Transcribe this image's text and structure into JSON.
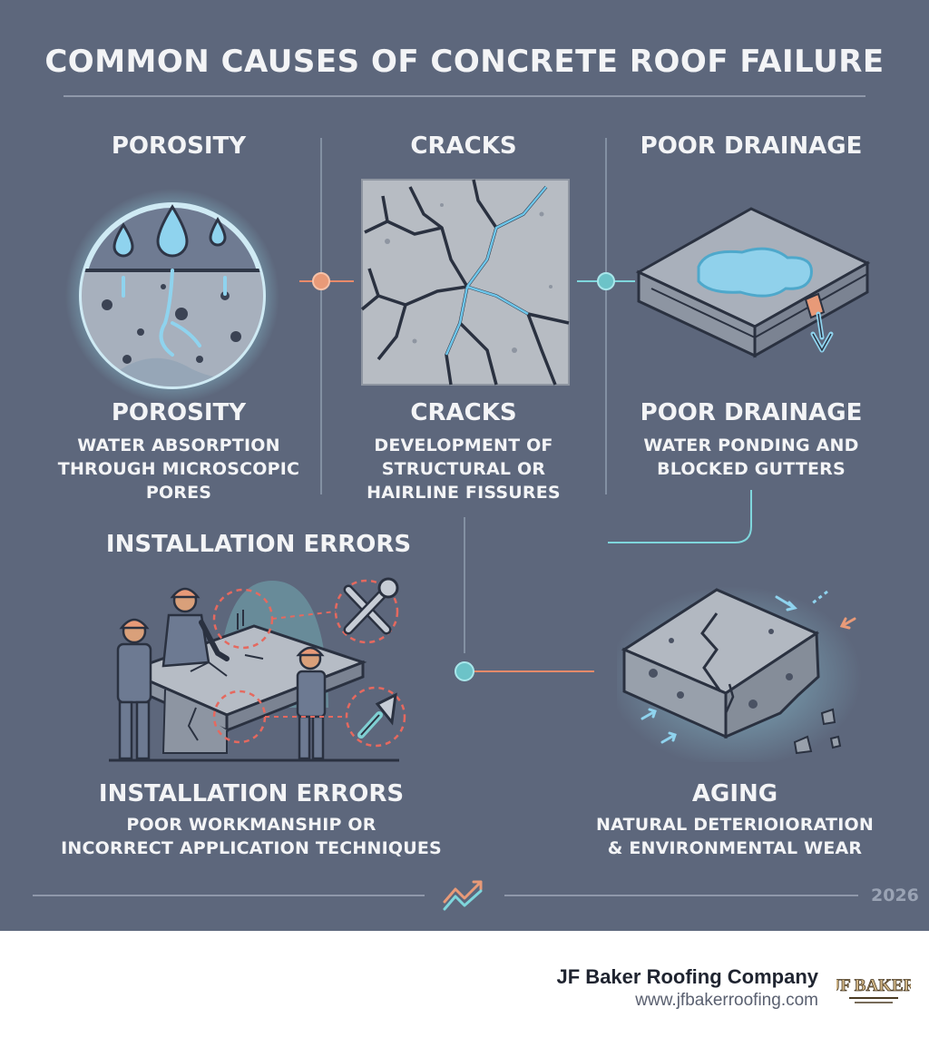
{
  "title": "COMMON CAUSES OF CONCRETE ROOF FAILURE",
  "causes": [
    {
      "header": "POROSITY",
      "caption": "POROSITY",
      "desc": [
        "WATER ABSORPTION",
        "THROUGH MICROSCOPIC",
        "PORES"
      ]
    },
    {
      "header": "CRACKS",
      "caption": "CRACKS",
      "desc": [
        "DEVELOPMENT OF",
        "STRUCTURAL OR",
        "HAIRLINE FISSURES"
      ]
    },
    {
      "header": "POOR DRAINAGE",
      "caption": "POOR DRAINAGE",
      "desc": [
        "WATER PONDING AND",
        "BLOCKED GUTTERS"
      ]
    },
    {
      "header": "INSTALLATION ERRORS",
      "caption": "INSTALLATION ERRORS",
      "desc": [
        "POOR WORKMANSHIP OR",
        "INCORRECT APPLICATION TECHNIQUES"
      ]
    },
    {
      "caption": "AGING",
      "desc": [
        "NATURAL DETERIOIORATION",
        "& ENVIRONMENTAL WEAR"
      ]
    }
  ],
  "year": "2026",
  "footer": {
    "company": "JF Baker Roofing Company",
    "website": "www.jfbakerroofing.com"
  },
  "logo_text": "JF BAKER",
  "icons": [
    "water-drops-icon",
    "crack-icon",
    "drain-arrow-icon",
    "wrench-screwdriver-icon",
    "trowel-icon",
    "trend-chart-icon"
  ],
  "colors": {
    "background": "#5d677c",
    "text": "#f3f4f6",
    "accent_orange": "#e88a6a",
    "accent_teal": "#7fd6dc",
    "water": "#8fd3ee"
  }
}
